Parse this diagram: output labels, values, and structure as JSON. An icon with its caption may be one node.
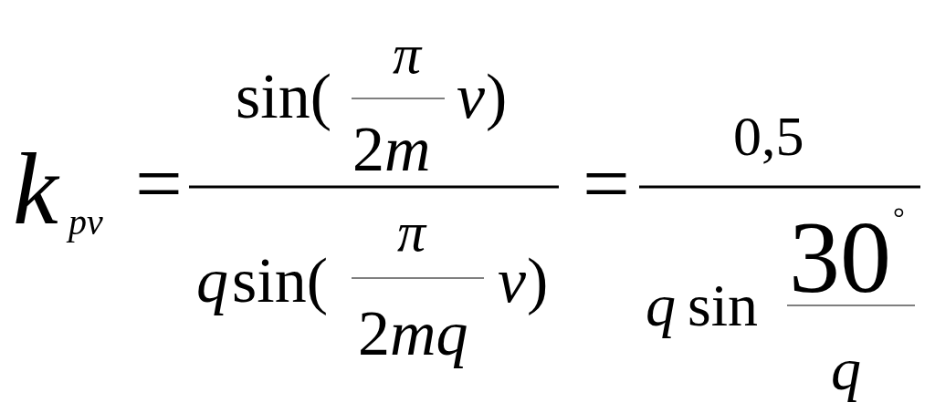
{
  "diagram": {
    "labels": [
      "k",
      "pv",
      "=",
      "sin(",
      "π",
      "2",
      "m",
      "v",
      ")",
      "q",
      "sin(",
      "π",
      "2",
      "mq",
      "v",
      ")",
      "=",
      "0,5",
      "q",
      "sin",
      "30",
      "°",
      "q"
    ]
  }
}
